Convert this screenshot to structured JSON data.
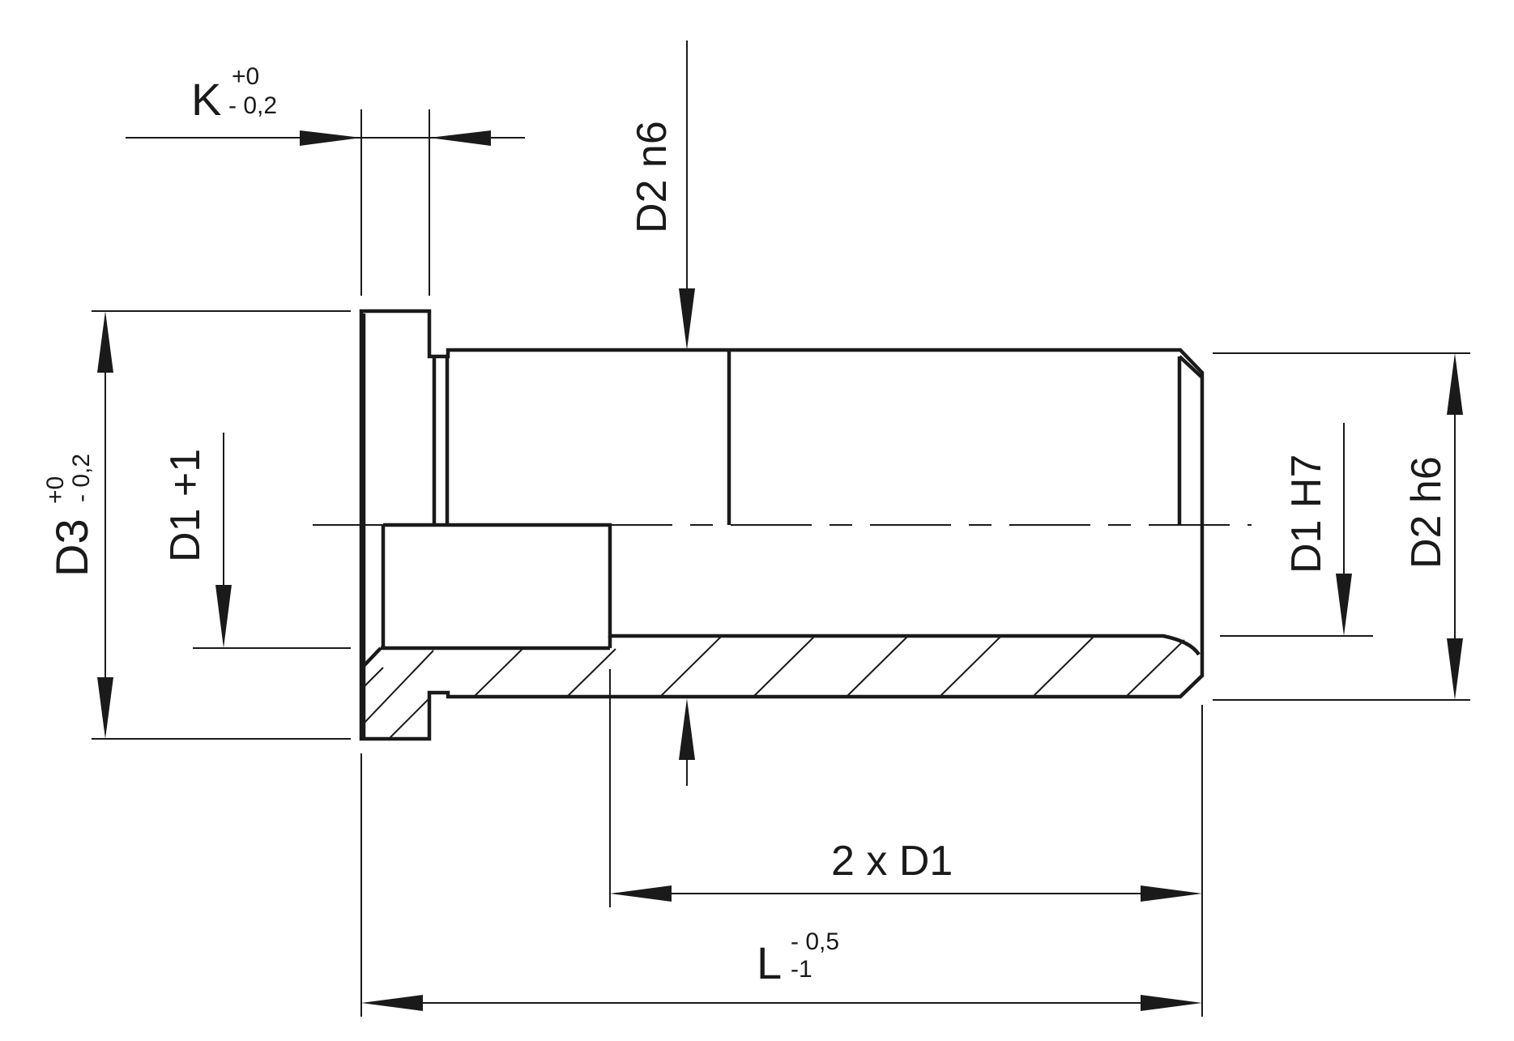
{
  "labels": {
    "k_main": "K",
    "k_tol_upper": "+0",
    "k_tol_lower": "- 0,2",
    "d2_n6": "D2 n6",
    "d3_main": "D3",
    "d3_tol_upper": "+0",
    "d3_tol_lower": "- 0,2",
    "d1_plus1": "D1 +1",
    "d1_h7": "D1 H7",
    "d2_h6": "D2 h6",
    "two_x_d1": "2 x D1",
    "l_main": "L",
    "l_tol_upper": "- 0,5",
    "l_tol_lower": "-1"
  },
  "colors": {
    "ink": "#1a1a1a",
    "background": "#ffffff"
  }
}
